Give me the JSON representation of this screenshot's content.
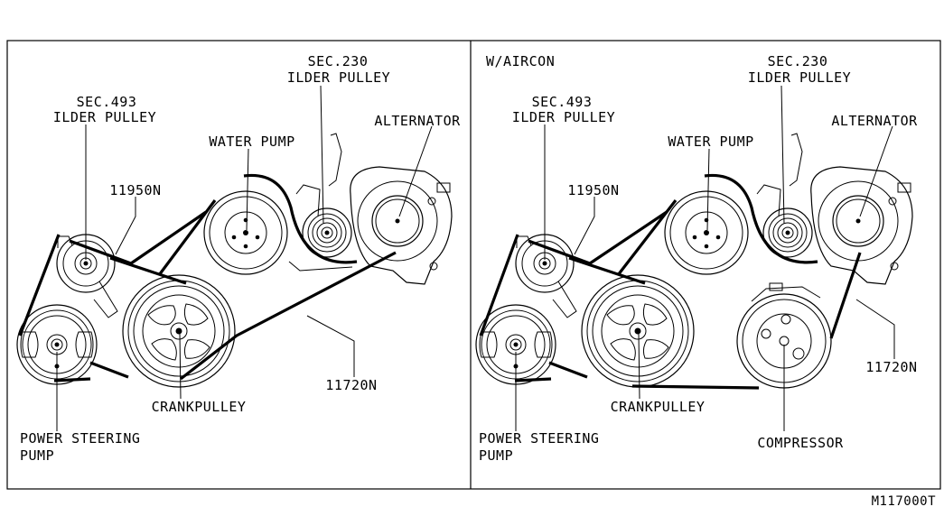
{
  "panels": [
    {
      "id": "standard",
      "heading": "",
      "labels": {
        "sec_493": "SEC.493",
        "idler_493": "ILDER PULLEY",
        "sec_230": "SEC.230",
        "idler_230": "ILDER PULLEY",
        "water_pump": "WATER PUMP",
        "alternator": "ALTERNATOR",
        "belt_a": "11950N",
        "belt_b": "11720N",
        "crank": "CRANKPULLEY",
        "ps_1": "POWER STEERING",
        "ps_2": "PUMP"
      }
    },
    {
      "id": "aircon",
      "heading": "W/AIRCON",
      "labels": {
        "sec_493": "SEC.493",
        "idler_493": "ILDER PULLEY",
        "sec_230": "SEC.230",
        "idler_230": "ILDER PULLEY",
        "water_pump": "WATER PUMP",
        "alternator": "ALTERNATOR",
        "belt_a": "11950N",
        "belt_b": "11720N",
        "crank": "CRANKPULLEY",
        "ps_1": "POWER STEERING",
        "ps_2": "PUMP",
        "compressor": "COMPRESSOR"
      }
    }
  ],
  "figure_code": "M117000T"
}
